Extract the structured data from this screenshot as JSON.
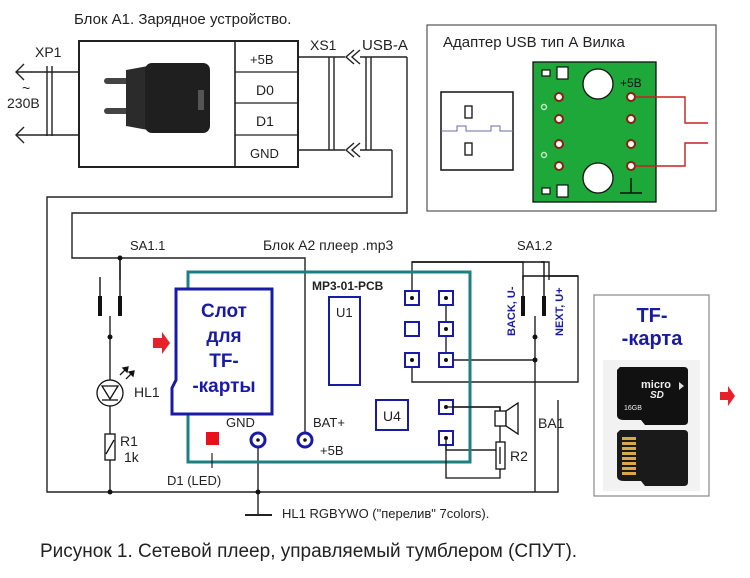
{
  "block_a1": {
    "title": "Блок А1.   Зарядное  устройство.",
    "xp1_label": "XP1",
    "mains_tilde": "~",
    "mains_voltage": "230В",
    "pins": [
      "+5В",
      "D0",
      "D1",
      "GND"
    ],
    "xs1_label": "XS1",
    "usb_label": "USB-A"
  },
  "adapter": {
    "title": "Адаптер  USB  тип А   Вилка",
    "plus5_label": "+5В"
  },
  "block_a2": {
    "title": "Блок А2   плеер .mp3",
    "pcb_label": "MP3-01-PCB",
    "u1_label": "U1",
    "u4_label": "U4",
    "slot_lines": [
      "Слот",
      "для",
      "TF-",
      "-карты"
    ],
    "gnd_label": "GND",
    "bat_label": "BAT+",
    "bat_voltage": "+5В",
    "led_label": "D1 (LED)"
  },
  "switches": {
    "sa11": "SA1.1",
    "sa12": "SA1.2",
    "back_label": "BACK, U-",
    "next_label": "NEXT, U+"
  },
  "components": {
    "hl1": "HL1",
    "r1": "R1",
    "r1_value": "1k",
    "r2": "R2",
    "ba1": "BA1",
    "hl1_note": "HL1  RGBYWO (\"перелив\" 7colors)."
  },
  "tf_card": {
    "title_lines": [
      "TF-",
      "-карта"
    ],
    "card_brand": "micro",
    "card_sd": "SD",
    "card_capacity": "16GB"
  },
  "colors": {
    "pcb_outline": "#1a8080",
    "blue": "#1a1aa8",
    "arrow_red": "#e8202a",
    "adapter_green": "#1fa83a",
    "adapter_wire": "#c82020"
  },
  "caption": "Рисунок 1.  Сетевой плеер, управляемый тумблером (СПУТ)."
}
